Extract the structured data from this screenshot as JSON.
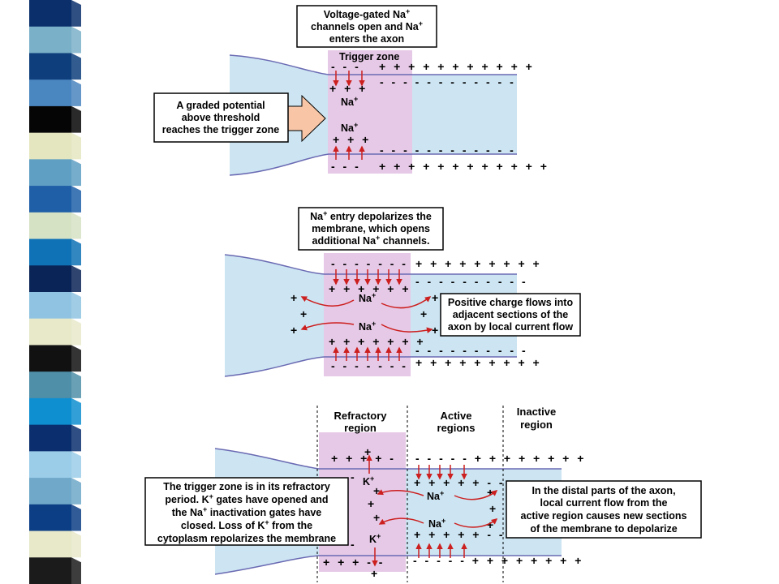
{
  "colors": {
    "axon_fill": "#cde5f2",
    "membrane": "#6a6ab3",
    "zone_fill": "#e6c9e6",
    "arrow": "#cc1f1f",
    "stimulus_arrow": "#f8c6a6",
    "strip": [
      "#0a2f6b",
      "#7bb0c9",
      "#0e3f7c",
      "#4a86c0",
      "#050505",
      "#e4e6bf",
      "#5f9fc3",
      "#1f5fa8",
      "#d6e2c4",
      "#0f72b6",
      "#0a2457",
      "#90c3e2",
      "#e7e9c9",
      "#111111",
      "#4f8fa8",
      "#0e8fd0",
      "#0b2f6e",
      "#9bcde8",
      "#6fa8c8",
      "#0c3e85",
      "#e7e9c9",
      "#1b1b1b"
    ]
  },
  "panel1": {
    "callout_top": [
      "Voltage-gated Na+",
      "channels open and Na+",
      "enters the axon"
    ],
    "callout_left": [
      "A graded potential",
      "above threshold",
      "reaches the trigger zone"
    ],
    "zone_label": "Trigger zone",
    "top_outer_zone": "- - -",
    "top_outer_rest": "+ + +  + + + + + + + +",
    "top_inner_zone": "+ + +",
    "top_inner_rest": "- - - - - - - - - - - -",
    "bot_inner_zone": "+ + +",
    "bot_inner_rest": "- - - - - - - - - - - -",
    "bot_outer_zone": "- - -",
    "bot_outer_rest": "+ + +  + + + + + + + + +",
    "ion_top": "Na+",
    "ion_bottom": "Na+"
  },
  "panel2": {
    "callout_top": [
      "Na+ entry depolarizes the",
      "membrane, which opens",
      "additional Na+ channels."
    ],
    "callout_right": [
      "Positive charge flows into",
      "adjacent sections of the",
      "axon by local current flow"
    ],
    "top_outer_zone": "- - - - - - -",
    "top_outer_rest": "+ + + + + + + + +",
    "top_inner_zone": "+ + +   + + +",
    "top_inner_rest": "- - - - - - - - - -",
    "bot_inner_zone": "+ + + + + + +",
    "bot_inner_rest": "- - - - - - - - - -",
    "bot_outer_zone": "- - - - - - -",
    "bot_outer_rest": "+ + + + + + + + +",
    "ion_top": "Na+",
    "ion_bottom": "Na+",
    "plus": "+"
  },
  "panel3": {
    "region_refractory": [
      "Refractory",
      "region"
    ],
    "region_active": [
      "Active",
      "regions"
    ],
    "region_inactive": [
      "Inactive",
      "region"
    ],
    "callout_left": [
      "The trigger zone is in its refractory",
      "period. K+ gates have opened and",
      "the Na+ inactivation gates have",
      "closed. Loss of K+ from the",
      "cytoplasm repolarizes the membrane"
    ],
    "callout_right": [
      "In the distal parts of the axon,",
      "local current flow from the",
      "active region causes new sections",
      "of the membrane to depolarize"
    ],
    "top_outer_refr": "+  +  +  + -",
    "top_outer_active": "- - - - - + + + + + + + +",
    "top_inner_active": "+ + + + +  - - -  - - - -",
    "bot_inner_active": "+ + + + +  - - -  - - - -",
    "bot_outer_refr": "+ +    + - -",
    "bot_outer_active": "- - - - - + + + +  + + + +",
    "ion_k_top": "K+",
    "ion_k_bottom": "K+",
    "ion_na_top": "Na+",
    "ion_na_bottom": "Na+",
    "plus": "+",
    "minus": "-"
  }
}
